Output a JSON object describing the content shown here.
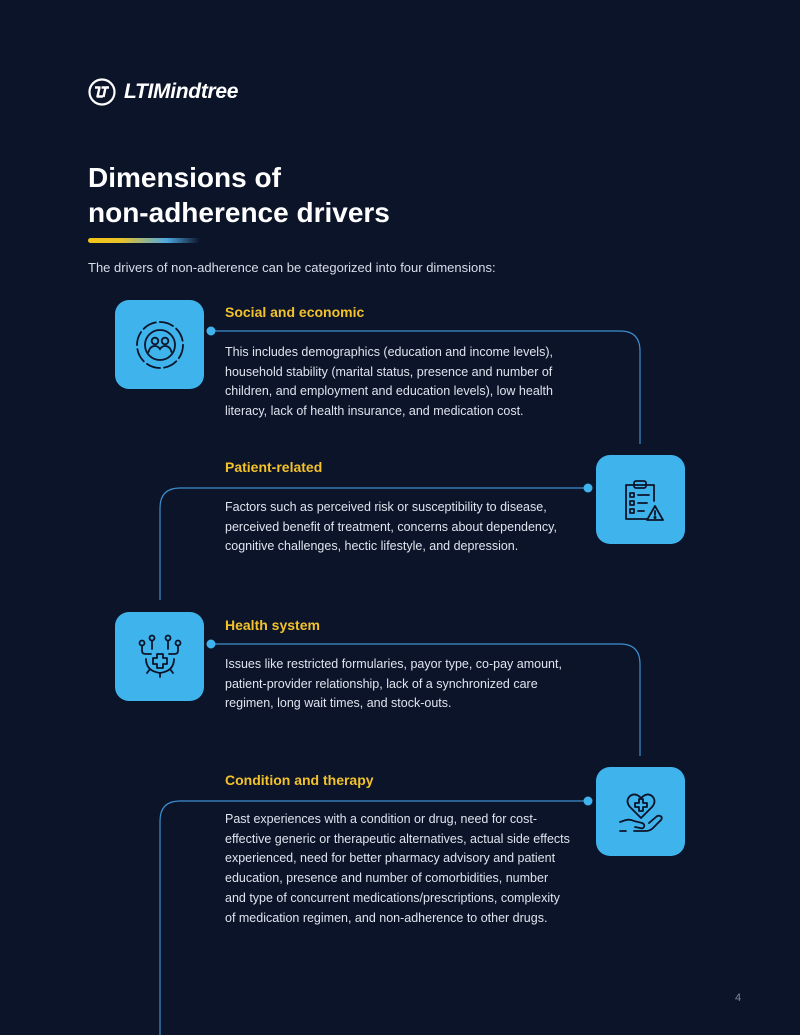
{
  "logo": {
    "text": "LTIMindtree",
    "icon": "lt-logo-icon"
  },
  "title": {
    "line1": "Dimensions of",
    "line2": "non-adherence drivers"
  },
  "intro": "The drivers of non-adherence can be categorized into four dimensions:",
  "sections": [
    {
      "title": "Social and economic",
      "body": "This includes demographics (education and income levels), household stability (marital status, presence and number of children, and employment and education levels), low health literacy, lack of health insurance, and medication cost.",
      "icon": "people-circle-icon"
    },
    {
      "title": "Patient-related",
      "body": "Factors such as perceived risk or susceptibility to disease, perceived benefit of treatment, concerns about dependency, cognitive challenges, hectic lifestyle, and depression.",
      "icon": "clipboard-warning-icon"
    },
    {
      "title": "Health system",
      "body": "Issues like restricted formularies, payor type, co-pay amount, patient-provider relationship, lack of a synchronized care regimen, long wait times, and stock-outs.",
      "icon": "health-network-icon"
    },
    {
      "title": "Condition and therapy",
      "body": "Past experiences with a condition or drug, need for cost-effective generic or therapeutic alternatives, actual side effects experienced, need for better pharmacy advisory and patient education, presence and number of comorbidities, number and type of concurrent medications/prescriptions, complexity of medication regimen, and non-adherence to other drugs.",
      "icon": "hand-heart-icon"
    }
  ],
  "page_number": "4",
  "colors": {
    "background": "#0c1429",
    "accent_yellow": "#f3c22b",
    "icon_blue": "#3fb3ec",
    "line_blue": "#3d8fd0",
    "icon_stroke": "#0c1429"
  }
}
